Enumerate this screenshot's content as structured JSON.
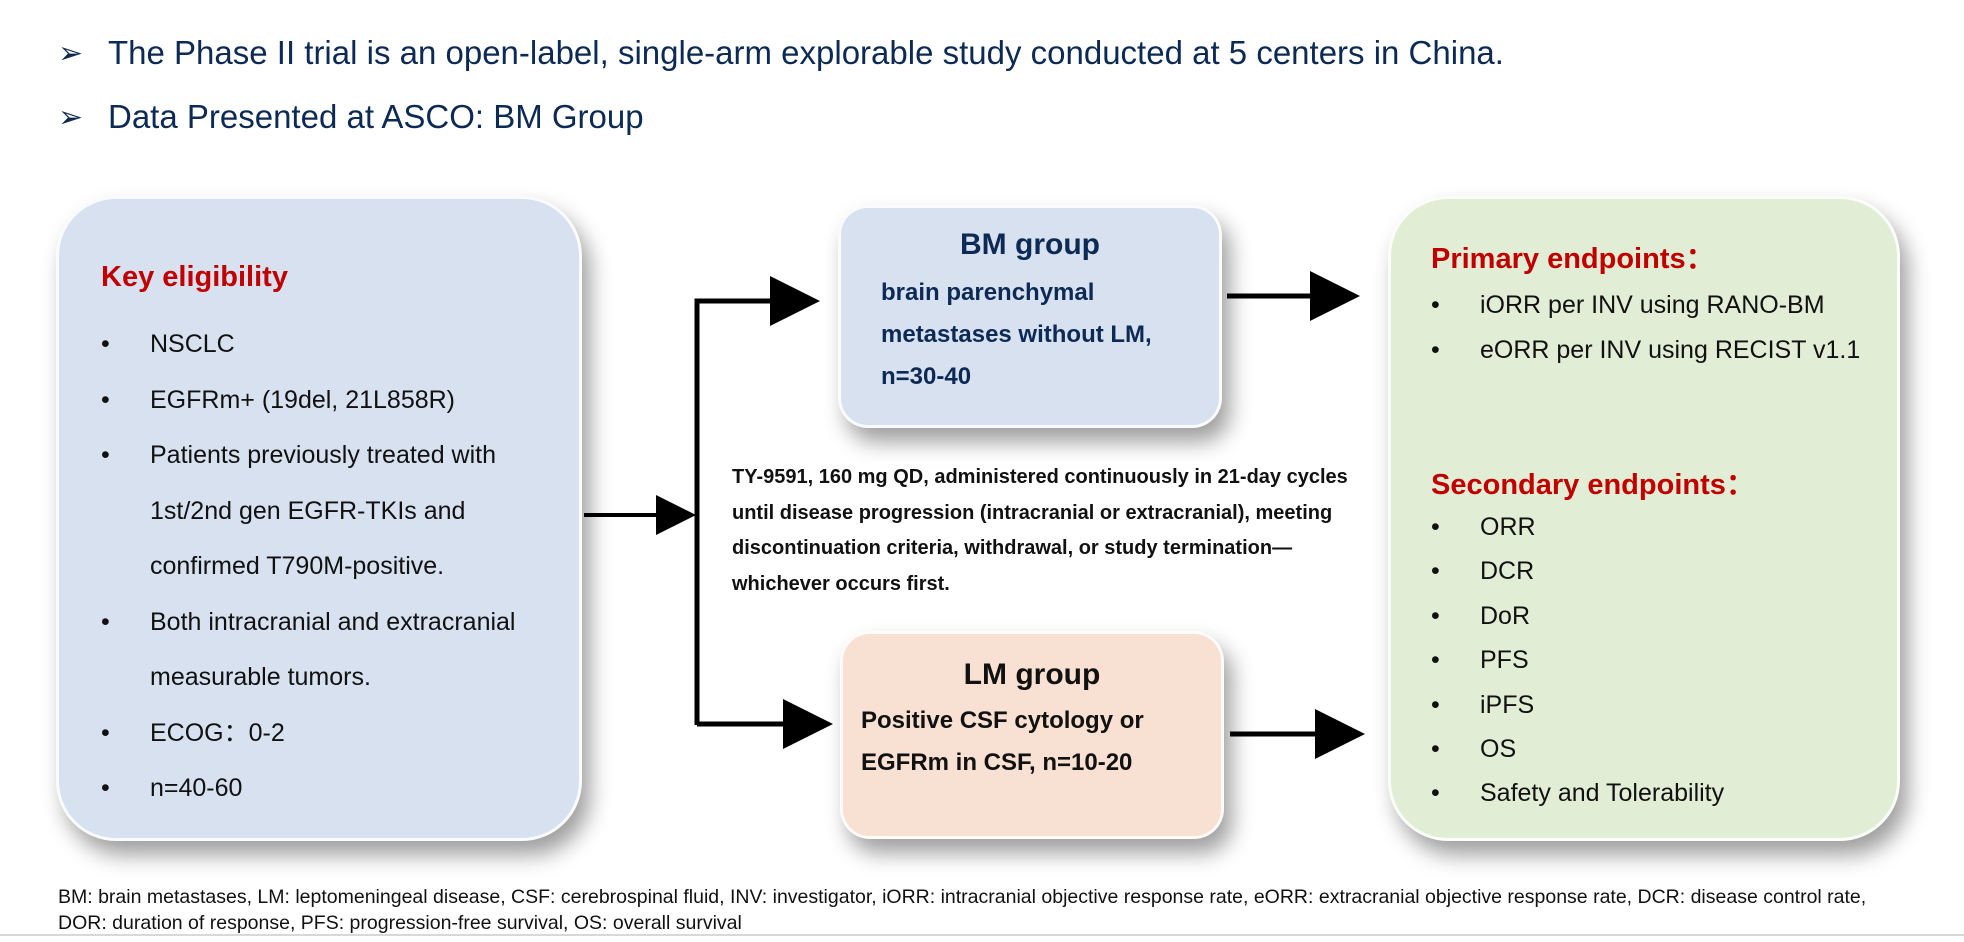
{
  "header": {
    "bullet_glyph": "➢",
    "items": [
      "The Phase II trial is an open-label, single-arm explorable study conducted at 5 centers in China.",
      "Data Presented at ASCO: BM Group"
    ]
  },
  "eligibility": {
    "title": "Key eligibility",
    "bullet": "•",
    "items": [
      "NSCLC",
      "EGFRm+ (19del, 21L858R)",
      "Patients previously treated with 1st/2nd gen EGFR-TKIs and confirmed T790M-positive.",
      "Both intracranial and extracranial measurable tumors.",
      "ECOG：0-2",
      "n=40-60"
    ]
  },
  "bm_group": {
    "title": "BM group",
    "description": "brain parenchymal metastases without LM, n=30-40"
  },
  "lm_group": {
    "title": "LM group",
    "description": "Positive CSF cytology or EGFRm in CSF, n=10-20"
  },
  "treatment": "TY-9591, 160 mg QD, administered continuously in 21-day cycles until disease progression (intracranial or extracranial), meeting discontinuation criteria, withdrawal, or study termination—whichever occurs first.",
  "endpoints": {
    "bullet": "•",
    "primary_title": "Primary endpoints：",
    "primary": [
      "iORR per INV using RANO-BM",
      "eORR per INV using RECIST v1.1"
    ],
    "secondary_title": "Secondary endpoints：",
    "secondary": [
      "ORR",
      "DCR",
      "DoR",
      "PFS",
      "iPFS",
      "OS",
      "Safety and Tolerability"
    ]
  },
  "footnote": "BM: brain metastases, LM: leptomeningeal disease, CSF: cerebrospinal fluid, INV: investigator, iORR: intracranial objective response rate,  eORR: extracranial objective response rate, DCR: disease control rate, DOR: duration of response, PFS: progression-free survival, OS: overall survival",
  "colors": {
    "title_blue": "#0d2a55",
    "title_red": "#c00000",
    "box_blue": "#d8e1f0",
    "box_peach": "#f8e0d2",
    "box_green": "#e1eed5"
  }
}
